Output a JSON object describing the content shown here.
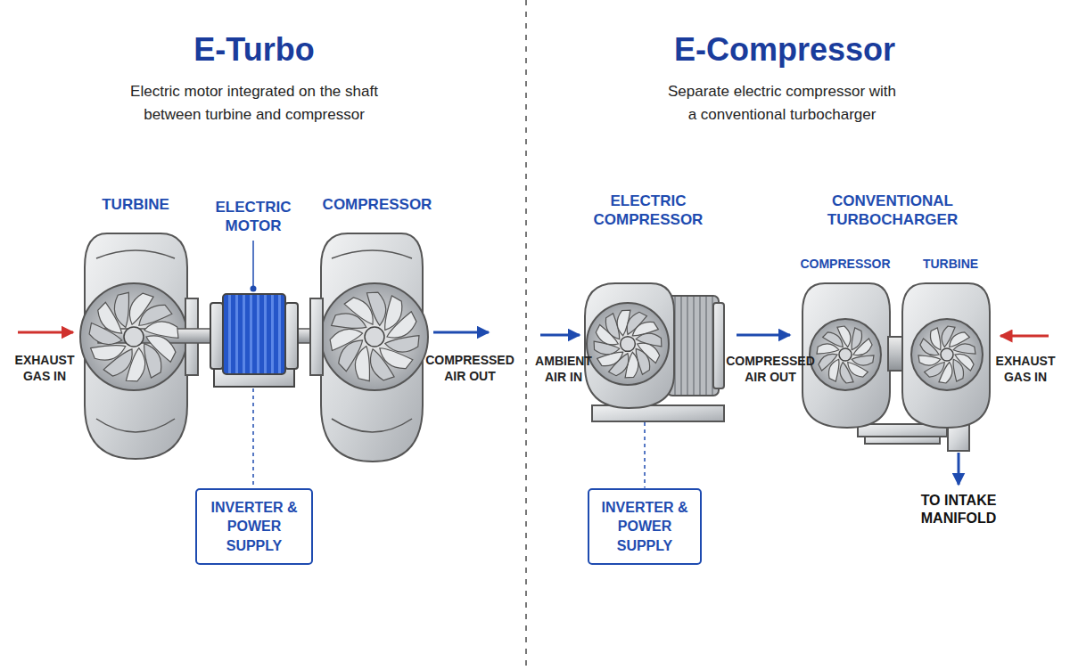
{
  "diagram": {
    "nodes": [
      {
        "text": [
          "INVERTER & POWER SUPPLY"
        ]
      },
      {
        "text": [
          "INVERTER & POWER SUPPLY"
        ]
      }
    ],
    "labels": [
      "E-Turbo",
      "Electric motor integrated on the shaft between turbine and compressor",
      "E-Compressor",
      "Separate electric compressor with a conventional turbocharger",
      "TURBINE",
      "ELECTRIC MOTOR",
      "COMPRESSOR",
      "EXHAUST GAS IN",
      "COMPRESSED AIR OUT",
      "ELECTRIC COMPRESSOR",
      "CONVENTIONAL TURBOCHARGER",
      "COMPRESSOR",
      "TURBINE",
      "AMBIENT AIR IN",
      "COMPRESSED AIR OUT",
      "EXHAUST GAS IN",
      "TO INTAKE MANIFOLD"
    ]
  }
}
